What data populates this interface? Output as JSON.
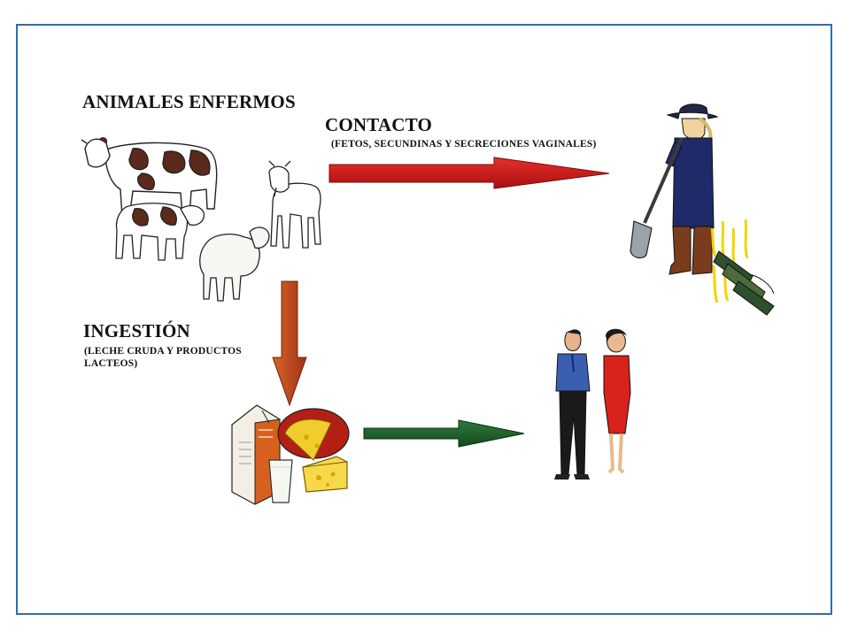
{
  "labels": {
    "animales": "ANIMALES ENFERMOS",
    "contacto": "CONTACTO",
    "contacto_detail": "(FETOS, SECUNDINAS Y SECRECIONES VAGINALES)",
    "ingestion": "INGESTIÓN",
    "ingestion_detail_line1": "(LECHE CRUDA Y PRODUCTOS",
    "ingestion_detail_line2": "LACTEOS)"
  },
  "colors": {
    "frame": "#2f6fa8",
    "arrow_contact": "#c8191a",
    "arrow_ingestion": "#c0481a",
    "arrow_consumption": "#1e5e2a"
  },
  "illustrations": [
    "cow-icon",
    "calf-icon",
    "goat-icon",
    "sheep-icon",
    "farmer-with-shovel-icon",
    "milk-carton-icon",
    "cheese-icon",
    "glass-of-milk-icon",
    "man-icon",
    "woman-icon"
  ]
}
